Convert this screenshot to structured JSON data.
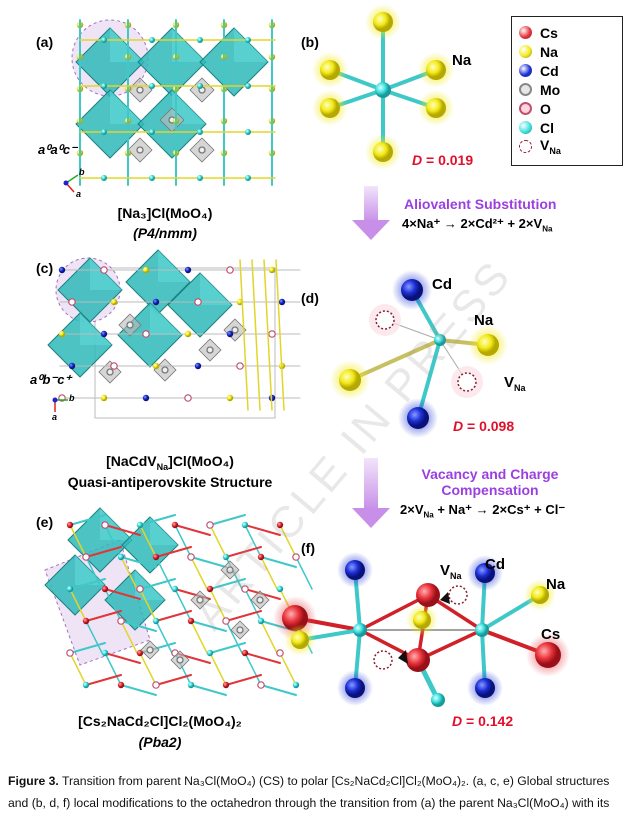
{
  "panels": {
    "a": {
      "label": "(a)",
      "tilt": "a⁰a⁰c⁻",
      "name": "[Na₃]Cl(MoO₄)",
      "space_group": "(P4/nmm)",
      "axis_b": "b",
      "axis_a": "a"
    },
    "b": {
      "label": "(b)",
      "atom_label": "Na",
      "d_symbol": "D",
      "d_value": "= 0.019"
    },
    "c": {
      "label": "(c)",
      "tilt": "a⁰b⁻c⁺",
      "name": "[NaCdV",
      "name_sub": "Na",
      "name_end": "]Cl(MoO₄)",
      "subtitle": "Quasi-antiperovskite  Structure",
      "axis_b": "b",
      "axis_a": "a"
    },
    "d": {
      "label": "(d)",
      "atom_cd": "Cd",
      "atom_na": "Na",
      "vac": "V",
      "vac_sub": "Na",
      "d_symbol": "D",
      "d_value": "= 0.098"
    },
    "e": {
      "label": "(e)",
      "name": "[Cs₂NaCd₂Cl]Cl₂(MoO₄)₂",
      "space_group": "(Pba2)"
    },
    "f": {
      "label": "(f)",
      "vac": "V",
      "vac_sub": "Na",
      "atom_cd": "Cd",
      "atom_na": "Na",
      "atom_cs": "Cs",
      "d_symbol": "D",
      "d_value": "= 0.142"
    }
  },
  "transitions": [
    {
      "title": "Aliovalent Substitution",
      "equation": "4×Na⁺ → 2×Cd²⁺ + 2×V",
      "eq_sub": "Na",
      "eq_end": ""
    },
    {
      "title": "Vacancy and Charge",
      "title2": "Compensation",
      "equation": "2×V",
      "eq_sub": "Na",
      "eq_end": " + Na⁺ → 2×Cs⁺ + Cl⁻"
    }
  ],
  "legend": [
    {
      "label": "Cs",
      "color": "#e8323a"
    },
    {
      "label": "Na",
      "color": "#f2ea1a"
    },
    {
      "label": "Cd",
      "color": "#1a2fd6"
    },
    {
      "label": "Mo",
      "color": "#e6e6e6"
    },
    {
      "label": "O",
      "color": "#ffd6de"
    },
    {
      "label": "Cl",
      "color": "#3fe0e0"
    },
    {
      "label": "V",
      "sub": "Na",
      "color": "#ffffff"
    }
  ],
  "watermark": "ARTICLE IN PRESS",
  "caption": {
    "bold": "Figure 3.",
    "line1": " Transition from parent Na₃Cl(MoO₄) (CS) to polar [Cs₂NaCd₂Cl]Cl₂(MoO₄)₂. (a, c, e) Global structures",
    "line2": "and (b, d, f) local modifications to the octahedron through the transition from (a) the parent Na₃Cl(MoO₄) with its"
  },
  "colors": {
    "teal": "#2fb8b8",
    "purple": "#9b3fe0",
    "red": "#e0102a"
  }
}
